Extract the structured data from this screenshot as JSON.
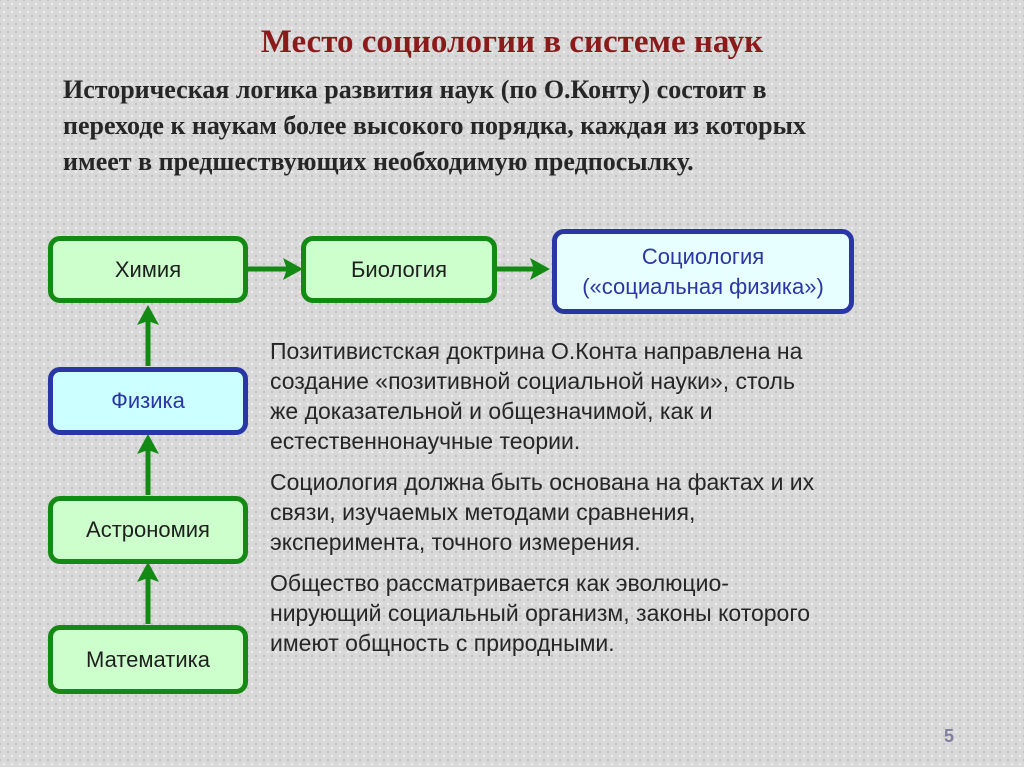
{
  "slide": {
    "title": "Место социологии в системе наук",
    "intro_lines": [
      "Историческая логика развития наук (по О.Конту) состоит в",
      "переходе к наукам более высокого порядка, каждая из которых",
      "имеет в предшествующих необходимую предпосылку."
    ],
    "page_number": "5"
  },
  "diagram": {
    "nodes": {
      "chemistry": "Химия",
      "biology": "Биология",
      "sociology": "Социология",
      "sociology_sub": "(«социальная физика»)",
      "physics": "Физика",
      "astronomy": "Астрономия",
      "mathematics": "Математика"
    },
    "edges": [
      [
        "mathematics",
        "astronomy"
      ],
      [
        "astronomy",
        "physics"
      ],
      [
        "physics",
        "chemistry"
      ],
      [
        "chemistry",
        "biology"
      ],
      [
        "biology",
        "sociology"
      ]
    ],
    "colors": {
      "green_fill": "#ccffcc",
      "green_border": "#138a13",
      "blue_fill": "#ccffff",
      "blue_border": "#2a36a6",
      "arrow": "#138a13"
    }
  },
  "paragraphs": [
    [
      "Позитивистская доктрина О.Конта направлена на",
      "создание «позитивной социальной науки», столь",
      "же доказательной и общезначимой, как и",
      "естественнонаучные теории."
    ],
    [
      "Социология должна быть основана на фактах и их",
      "связи, изучаемых методами сравнения,",
      "эксперимента, точного измерения."
    ],
    [
      "Общество рассматривается как эволюцио-",
      "нирующий социальный организм, законы которого",
      "имеют общность с природными."
    ]
  ]
}
